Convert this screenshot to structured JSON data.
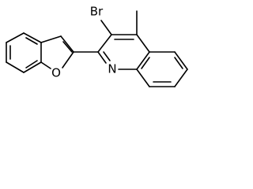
{
  "atoms": {
    "bromine": "Br",
    "oxygen": "O",
    "nitrogen": "N"
  }
}
